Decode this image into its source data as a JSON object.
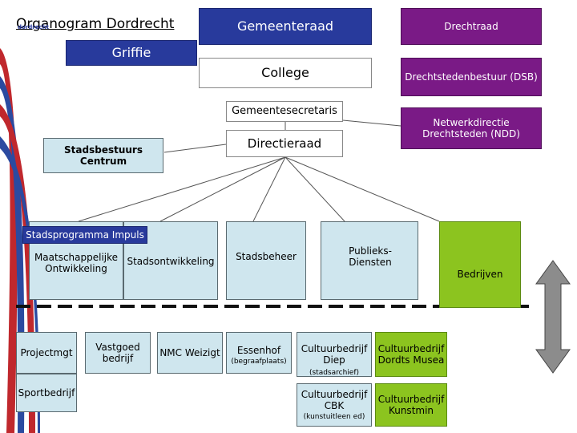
{
  "title": "Organogram Dordrecht",
  "logo_text": "dordrecht",
  "colors": {
    "navy": "#283a9c",
    "purple": "#7a1a86",
    "light_blue": "#cfe6ee",
    "green": "#8cc41f",
    "gray_arrow": "#8c8c8c"
  },
  "nodes": {
    "gemeenteraad": "Gemeenteraad",
    "drechtraad": "Drechtraad",
    "griffie": "Griffie",
    "college": "College",
    "drechtstedenbestuur": "Drechtstedenbestuur (DSB)",
    "gemeentesecretaris": "Gemeentesecretaris",
    "ndd": "Netwerkdirectie Drechtsteden (NDD)",
    "directieraad": "Directieraad",
    "stadsbestuurs_centrum": "Stadsbestuurs Centrum",
    "stadsprogramma_impuls": "Stadsprogramma Impuls",
    "maatschappelijke_ontwikkeling": "Maatschappelijke Ontwikkeling",
    "stadsontwikkeling": "Stadsontwikkeling",
    "stadsbeheer": "Stadsbeheer",
    "publieksdiensten": "Publieks-Diensten",
    "bedrijven": "Bedrijven",
    "projectmgt": "Projectmgt",
    "vastgoed": "Vastgoed bedrijf",
    "nmc": "NMC Weizigt",
    "essenhof": "Essenhof",
    "essenhof_sub": "(begraafplaats)",
    "cultuur_diep": "Cultuurbedrijf Diep",
    "cultuur_diep_sub": "(stadsarchief)",
    "cultuur_dordts": "Cultuurbedrijf Dordts Musea",
    "sportbedrijf": "Sportbedrijf",
    "cultuur_cbk": "Cultuurbedrijf CBK",
    "cultuur_cbk_sub": "(kunstuitleen ed)",
    "cultuur_kunstmin": "Cultuurbedrijf Kunstmin"
  }
}
